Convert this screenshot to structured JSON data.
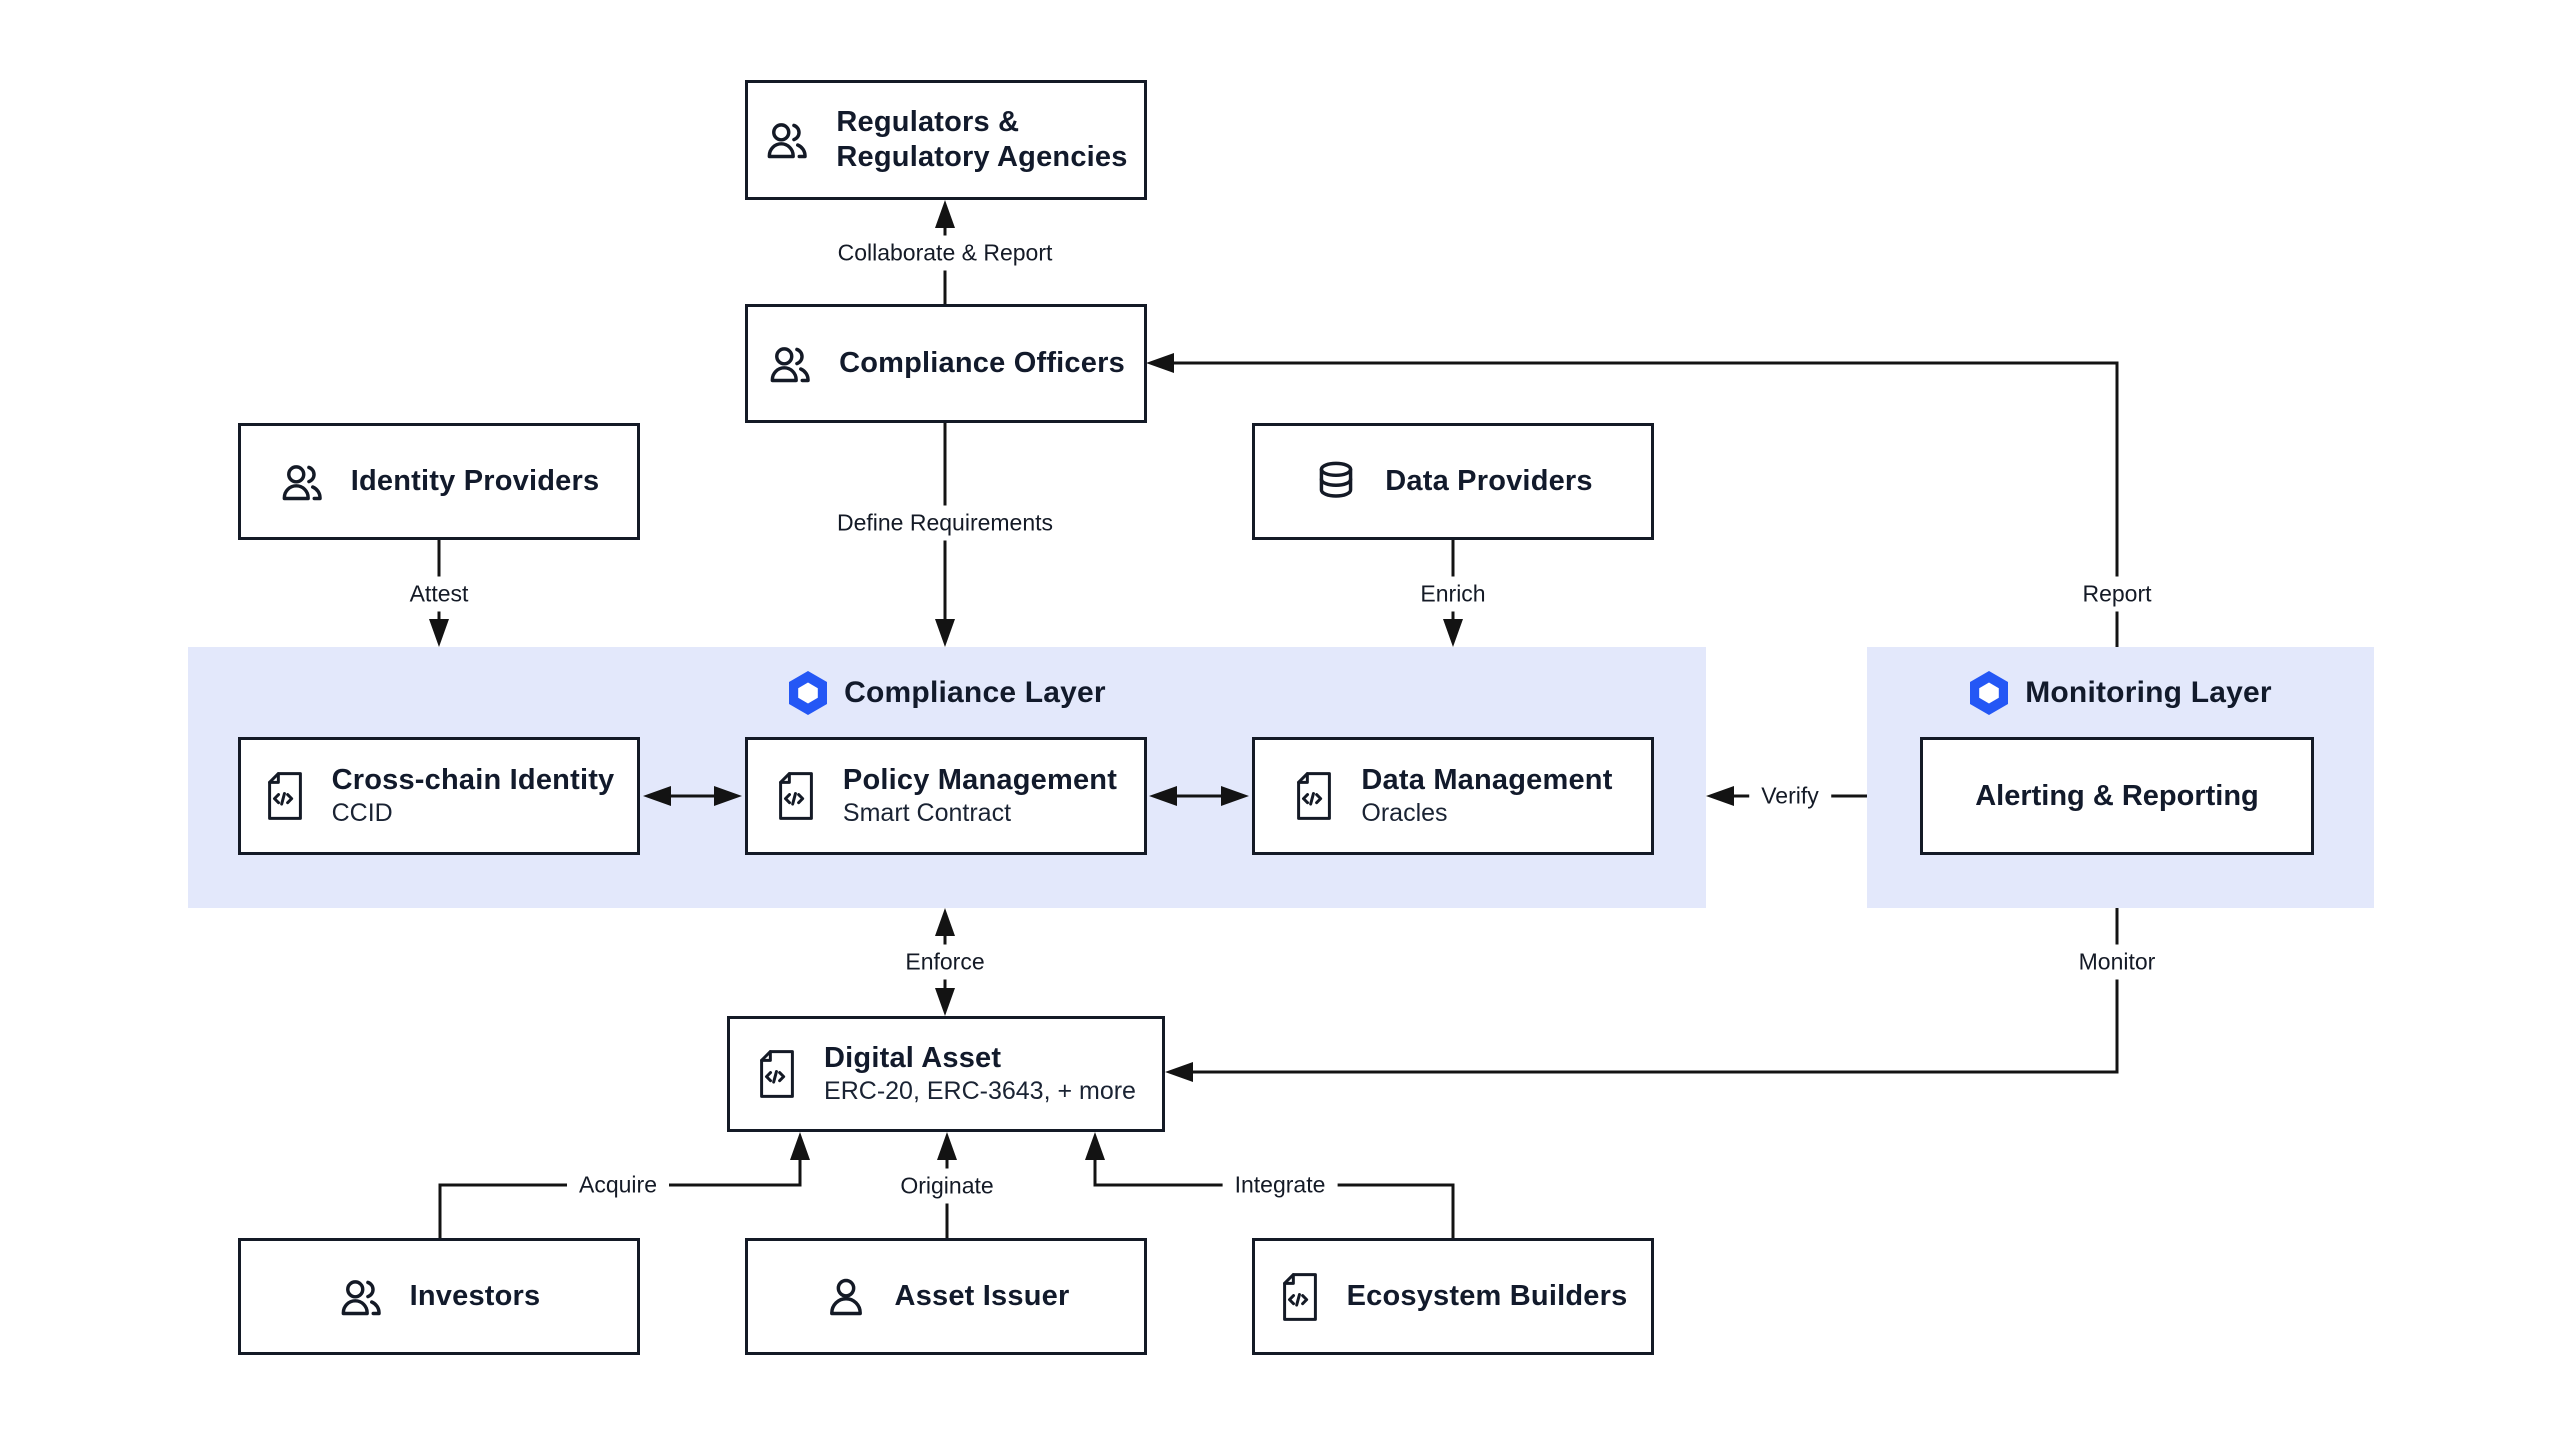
{
  "layers": {
    "compliance": {
      "title": "Compliance Layer"
    },
    "monitoring": {
      "title": "Monitoring Layer"
    }
  },
  "nodes": {
    "regulators": {
      "line1": "Regulators &",
      "line2": "Regulatory Agencies",
      "icon": "people-icon"
    },
    "compliance_officers": {
      "title": "Compliance Officers",
      "icon": "people-icon"
    },
    "identity_providers": {
      "title": "Identity Providers",
      "icon": "people-icon"
    },
    "data_providers": {
      "title": "Data Providers",
      "icon": "database-icon"
    },
    "cross_chain_identity": {
      "title": "Cross-chain Identity",
      "subtitle": "CCID",
      "icon": "contract-icon"
    },
    "policy_management": {
      "title": "Policy Management",
      "subtitle": "Smart Contract",
      "icon": "contract-icon"
    },
    "data_management": {
      "title": "Data Management",
      "subtitle": "Oracles",
      "icon": "contract-icon"
    },
    "alerting_reporting": {
      "title": "Alerting & Reporting"
    },
    "digital_asset": {
      "title": "Digital Asset",
      "subtitle": "ERC-20, ERC-3643, + more",
      "icon": "contract-icon"
    },
    "investors": {
      "title": "Investors",
      "icon": "people-icon"
    },
    "asset_issuer": {
      "title": "Asset Issuer",
      "icon": "person-icon"
    },
    "ecosystem_builders": {
      "title": "Ecosystem Builders",
      "icon": "contract-icon"
    }
  },
  "edges": {
    "collaborate": {
      "label": "Collaborate & Report"
    },
    "define": {
      "label": "Define Requirements"
    },
    "attest": {
      "label": "Attest"
    },
    "enrich": {
      "label": "Enrich"
    },
    "report": {
      "label": "Report"
    },
    "verify": {
      "label": "Verify"
    },
    "enforce": {
      "label": "Enforce"
    },
    "monitor": {
      "label": "Monitor"
    },
    "acquire": {
      "label": "Acquire"
    },
    "originate": {
      "label": "Originate"
    },
    "integrate": {
      "label": "Integrate"
    }
  },
  "colors": {
    "accent_blue": "#2457F5",
    "band_background": "#E3E8FB",
    "box_border": "#141A26",
    "text": "#121A2B",
    "connector": "#131313",
    "page_background": "#FFFFFF"
  }
}
